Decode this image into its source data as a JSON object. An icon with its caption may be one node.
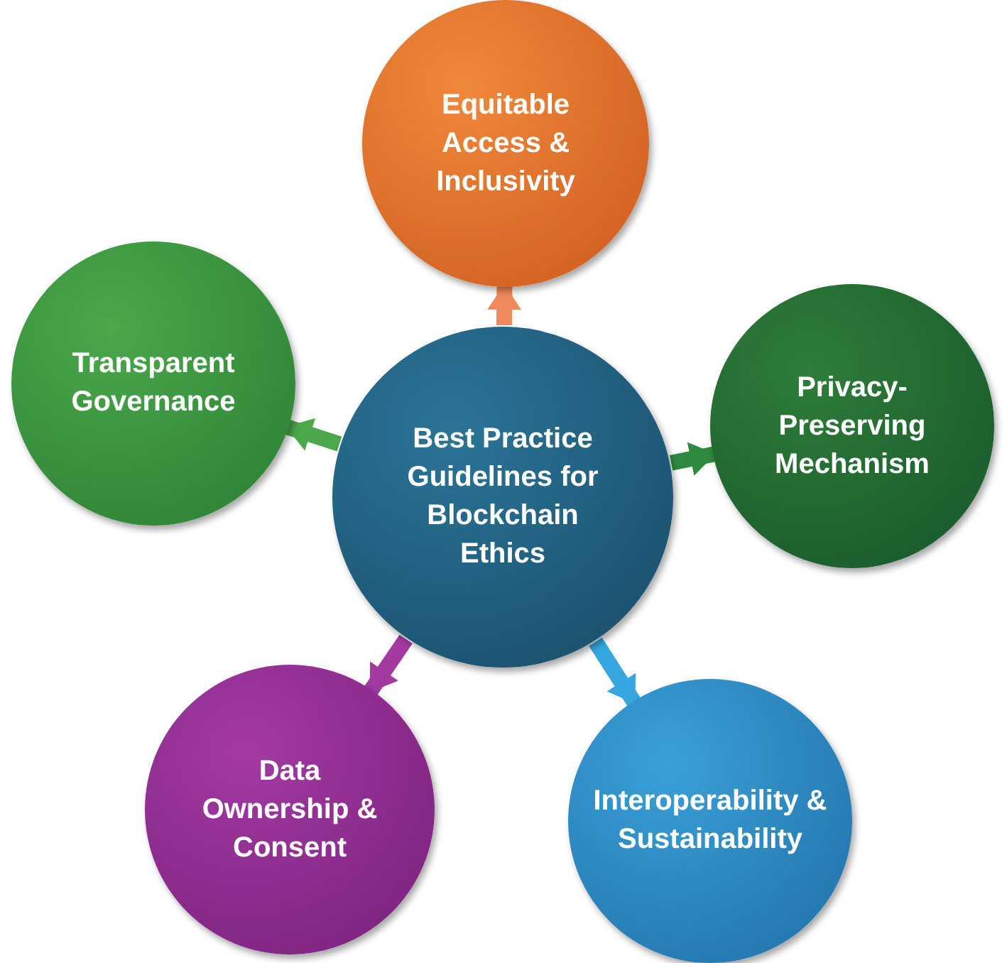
{
  "diagram": {
    "nodes": [
      {
        "text": [
          "Best Practice Guidelines for Blockchain Ethics"
        ]
      },
      {
        "text": [
          "Equitable Access & Inclusivity"
        ]
      },
      {
        "text": [
          "Transparent Governance"
        ]
      },
      {
        "text": [
          "Privacy-Preserving Mechanism"
        ]
      },
      {
        "text": [
          "Data Ownership & Consent"
        ]
      },
      {
        "text": [
          "Interoperability & Sustainability"
        ]
      }
    ],
    "edges": [
      {
        "from": 0,
        "to": 1,
        "arrow": "to",
        "color": "#f08a5a"
      },
      {
        "from": 0,
        "to": 2,
        "arrow": "to",
        "color": "#4aa84a"
      },
      {
        "from": 0,
        "to": 3,
        "arrow": "to",
        "color": "#2e8a3e"
      },
      {
        "from": 0,
        "to": 4,
        "arrow": "to",
        "color": "#a23aa0"
      },
      {
        "from": 0,
        "to": 5,
        "arrow": "to",
        "color": "#35a6e0"
      }
    ]
  }
}
